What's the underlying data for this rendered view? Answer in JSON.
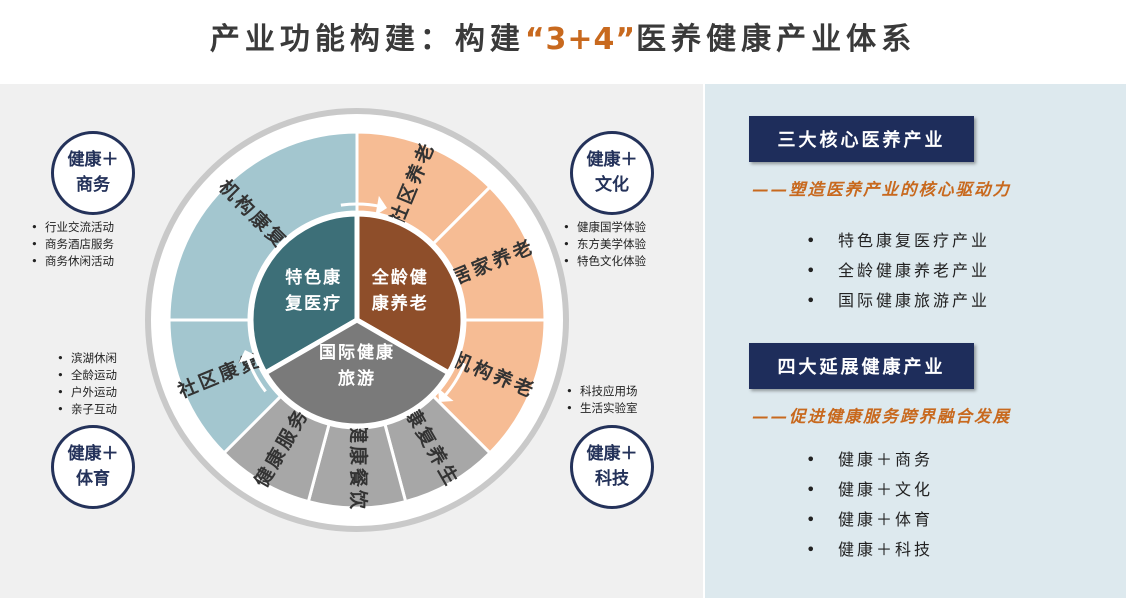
{
  "title": {
    "prefix": "产业功能构建：构建",
    "highlight": "“3+4”",
    "suffix": "医养健康产业体系"
  },
  "badges": {
    "commerce": {
      "line1": "健康＋",
      "line2": "商务",
      "items": [
        "行业交流活动",
        "商务酒店服务",
        "商务休闲活动"
      ]
    },
    "culture": {
      "line1": "健康＋",
      "line2": "文化",
      "items": [
        "健康国学体验",
        "东方美学体验",
        "特色文化体验"
      ]
    },
    "sports": {
      "line1": "健康＋",
      "line2": "体育",
      "items": [
        "滨湖休闲",
        "全龄运动",
        "户外运动",
        "亲子互动"
      ]
    },
    "tech": {
      "line1": "健康＋",
      "line2": "科技",
      "items": [
        "科技应用场",
        "生活实验室"
      ]
    }
  },
  "wheel": {
    "inner": [
      {
        "line1": "特色康",
        "line2": "复医疗",
        "color": "#3d6f78"
      },
      {
        "line1": "全龄健",
        "line2": "康养老",
        "color": "#8e4e2a"
      },
      {
        "line1": "国际健康",
        "line2": "旅游",
        "color": "#7a7a7a"
      }
    ],
    "outer": [
      {
        "label": "社区养老",
        "color": "#f6bc94"
      },
      {
        "label": "居家养老",
        "color": "#f6bc94"
      },
      {
        "label": "机构养老",
        "color": "#f6bc94"
      },
      {
        "label": "康复养生",
        "color": "#a7a7a7"
      },
      {
        "label": "健康餐饮",
        "color": "#a7a7a7"
      },
      {
        "label": "健康服务",
        "color": "#a7a7a7"
      },
      {
        "label": "社区康复",
        "color": "#a3c6cf"
      },
      {
        "label": "机构康复",
        "color": "#a3c6cf"
      }
    ]
  },
  "right": {
    "core": {
      "header": "三大核心医养产业",
      "subtitle": "——塑造医养产业的核心驱动力",
      "items": [
        "特色康复医疗产业",
        "全龄健康养老产业",
        "国际健康旅游产业"
      ]
    },
    "extend": {
      "header": "四大延展健康产业",
      "subtitle": "——促进健康服务跨界融合发展",
      "items": [
        "健康＋商务",
        "健康＋文化",
        "健康＋体育",
        "健康＋科技"
      ]
    }
  }
}
